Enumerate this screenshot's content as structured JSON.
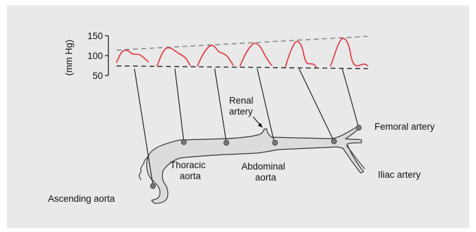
{
  "axis": {
    "unit": "(mm Hg)",
    "ticks": [
      "150",
      "100",
      "50"
    ]
  },
  "labels": {
    "renal": [
      "Renal",
      "artery"
    ],
    "femoral": "Femoral artery",
    "thoracic": [
      "Thoracic",
      "aorta"
    ],
    "abdominal": [
      "Abdominal",
      "aorta"
    ],
    "iliac": "Iliac artery",
    "ascending": "Ascending aorta"
  },
  "colors": {
    "pressure_trace": "#e0313a",
    "panel_background": "#e9e9e9",
    "vessel_fill": "#dcdcdc"
  }
}
